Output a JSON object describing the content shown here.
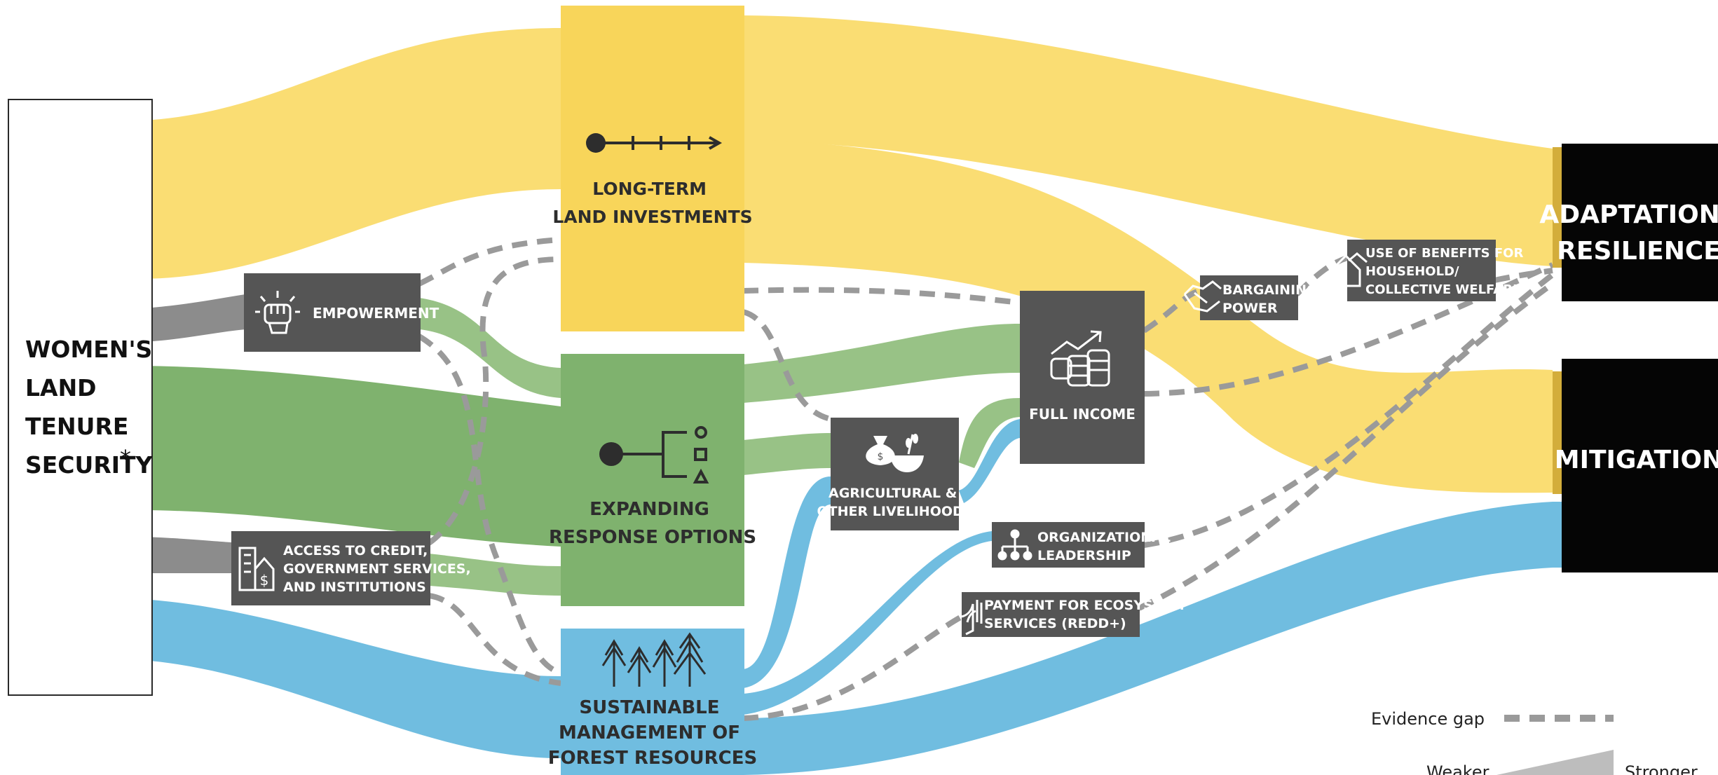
{
  "colors": {
    "yellow": "#fadd73",
    "yellow_dark": "#f8d55a",
    "green": "#7fb26e",
    "green_light": "#98c286",
    "blue": "#70bde0",
    "gray_box": "#555555",
    "gray_flow": "#8c8c8c",
    "dash": "#9a9a9a",
    "black": "#050505",
    "gold": "#d3ad3b"
  },
  "source": {
    "lines": [
      "WOMEN'S",
      "LAND",
      "TENURE",
      "SECURITY"
    ],
    "asterisk": "*"
  },
  "pathways": {
    "investments": {
      "lines": [
        "LONG-TERM",
        "LAND INVESTMENTS"
      ],
      "icon": "timeline-arrow-icon"
    },
    "response": {
      "lines": [
        "EXPANDING",
        "RESPONSE OPTIONS"
      ],
      "icon": "branching-options-icon"
    },
    "forest": {
      "lines": [
        "SUSTAINABLE",
        "MANAGEMENT OF",
        "FOREST RESOURCES"
      ],
      "icon": "pine-trees-icon"
    }
  },
  "factors": {
    "empowerment": {
      "lines": [
        "EMPOWERMENT"
      ],
      "icon": "raised-fist-icon"
    },
    "credit": {
      "lines": [
        "ACCESS TO CREDIT,",
        "GOVERNMENT SERVICES,",
        "AND INSTITUTIONS"
      ],
      "icon": "building-dollar-icon"
    },
    "livelihoods": {
      "lines": [
        "AGRICULTURAL &",
        "OTHER LIVELIHOODS"
      ],
      "icon": "money-bag-bowl-icon"
    },
    "income": {
      "lines": [
        "FULL INCOME"
      ],
      "icon": "growth-coins-icon"
    },
    "bargaining": {
      "lines": [
        "BARGAINING",
        "POWER"
      ],
      "icon": "handshake-icon"
    },
    "benefits": {
      "lines": [
        "USE OF BENEFITS FOR",
        "HOUSEHOLD/",
        "COLLECTIVE WELFARE"
      ],
      "icon": "houses-icon"
    },
    "leadership": {
      "lines": [
        "ORGANIZATIONAL",
        "LEADERSHIP"
      ],
      "icon": "org-chart-icon"
    },
    "payment": {
      "lines": [
        "PAYMENT FOR ECOSYSTEM",
        "SERVICES (REDD+)"
      ],
      "icon": "hand-leaf-icon"
    }
  },
  "outcomes": {
    "adaptation": {
      "lines": [
        "ADAPTATION/",
        "RESILIENCE"
      ]
    },
    "mitigation": {
      "lines": [
        "MITIGATION"
      ]
    }
  },
  "legend": {
    "evidence_gap": "Evidence gap",
    "weaker": "Weaker",
    "stronger": "Stronger"
  }
}
